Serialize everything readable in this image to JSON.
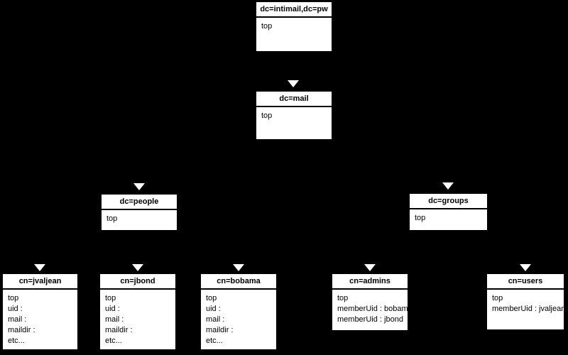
{
  "diagram_type": "ldap-directory-tree",
  "colors": {
    "background": "#000000",
    "box_fill": "#ffffff",
    "box_text": "#000000",
    "marker_fill": "#ffffff"
  },
  "marker_icon": "triangle-down",
  "nodes": [
    {
      "id": "root",
      "label": "dc=intimail,dc=pw",
      "attributes": [
        "top"
      ]
    },
    {
      "id": "mail",
      "label": "dc=mail",
      "attributes": [
        "top"
      ]
    },
    {
      "id": "people",
      "label": "dc=people",
      "attributes": [
        "top"
      ]
    },
    {
      "id": "groups",
      "label": "dc=groups",
      "attributes": [
        "top"
      ]
    },
    {
      "id": "jvaljean",
      "label": "cn=jvaljean",
      "attributes": [
        "top",
        "uid :",
        "mail :",
        "maildir :",
        "etc..."
      ]
    },
    {
      "id": "jbond",
      "label": "cn=jbond",
      "attributes": [
        "top",
        "uid :",
        "mail :",
        "maildir :",
        "etc..."
      ]
    },
    {
      "id": "bobama",
      "label": "cn=bobama",
      "attributes": [
        "top",
        "uid :",
        "mail :",
        "maildir :",
        "etc..."
      ]
    },
    {
      "id": "admins",
      "label": "cn=admins",
      "attributes": [
        "top",
        "memberUid : bobama",
        "memberUid : jbond"
      ]
    },
    {
      "id": "users",
      "label": "cn=users",
      "attributes": [
        "top",
        "memberUid : jvaljean"
      ]
    }
  ],
  "edges": [
    {
      "from": "root",
      "to": "mail"
    },
    {
      "from": "mail",
      "to": "people"
    },
    {
      "from": "mail",
      "to": "groups"
    },
    {
      "from": "people",
      "to": "jvaljean"
    },
    {
      "from": "people",
      "to": "jbond"
    },
    {
      "from": "people",
      "to": "bobama"
    },
    {
      "from": "groups",
      "to": "admins"
    },
    {
      "from": "groups",
      "to": "users"
    }
  ]
}
